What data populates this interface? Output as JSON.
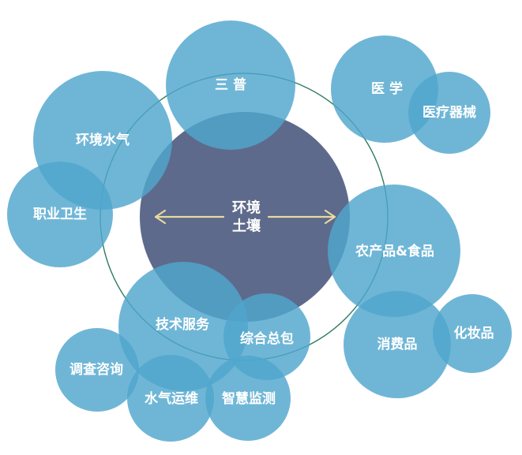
{
  "core": {
    "line1": "环境",
    "line2": "土壤"
  },
  "bubbles": {
    "sanpu": "三 普",
    "huanjing_shuiqi": "环境水气",
    "zhiye_weisheng": "职业卫生",
    "yixue": "医 学",
    "yiliao_qixie": "医疗器械",
    "nongchanpin_shipin": "农产品&食品",
    "xiaofeipin": "消费品",
    "huazhuangpin": "化妆品",
    "jishu_fuwu": "技术服务",
    "zonghe_zongbao": "综合总包",
    "diaocha_zixun": "调查咨询",
    "shuiqi_yunwei": "水气运维",
    "zhihui_jiance": "智慧监测"
  },
  "colors": {
    "bubble": "#4fa6cd",
    "core": "#4d5a7e",
    "ring": "#2e7b5b",
    "arrow": "#e8d9a0",
    "text": "#ffffff"
  }
}
